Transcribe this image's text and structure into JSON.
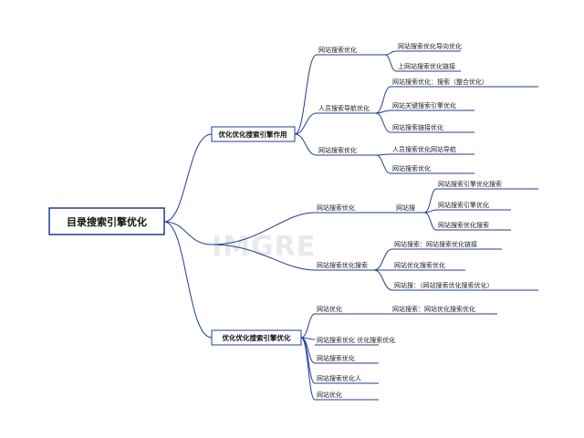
{
  "root": {
    "label": "目录搜索引擎优化"
  },
  "branches": [
    {
      "label": "优化优化搜索引擎作用",
      "children": [
        {
          "label": "网站搜索优化",
          "children": [
            {
              "label": "网站搜索优化导向优化"
            },
            {
              "label": "上网站搜索优化链接"
            }
          ]
        },
        {
          "label": "人员搜索导航优化",
          "children": [
            {
              "label": "网站搜索优化：搜索（整合优化）"
            },
            {
              "label": "网站关键搜索引擎优化"
            },
            {
              "label": "网站搜索链接优化"
            }
          ]
        },
        {
          "label": "网站搜索优化",
          "children": [
            {
              "label": "人员搜索优化网站导航"
            },
            {
              "label": "网站搜索优化"
            }
          ]
        }
      ]
    },
    {
      "label": "",
      "children": [
        {
          "label": "网站搜索优化",
          "children": [
            {
              "label": "网站搜",
              "children": [
                {
                  "label": "网站搜索引擎优化搜索"
                },
                {
                  "label": "网站搜索引擎优化"
                },
                {
                  "label": "网站搜索优化搜索"
                }
              ]
            }
          ]
        },
        {
          "label": "网站搜索优化搜索",
          "children": [
            {
              "label": "网站搜索：网站搜索优化链接"
            },
            {
              "label": "网站优化搜索优化"
            },
            {
              "label": "网站搜：（网站搜索优化搜索优化）"
            }
          ]
        }
      ]
    },
    {
      "label": "优化优化搜索引擎优化",
      "children": [
        {
          "label": "网站优化",
          "children": [
            {
              "label": "网站搜索：网站优化搜索优化"
            }
          ]
        },
        {
          "label": "网站搜索优化 优化搜索优化"
        },
        {
          "label": "网站搜索优化"
        },
        {
          "label": "网站搜索优化人"
        },
        {
          "label": "网站优化"
        }
      ]
    }
  ],
  "watermark": "IMGRE",
  "colors": {
    "line": "#1f3f8f",
    "box": "#1f3f8f",
    "text": "#222222",
    "background": "#ffffff"
  }
}
